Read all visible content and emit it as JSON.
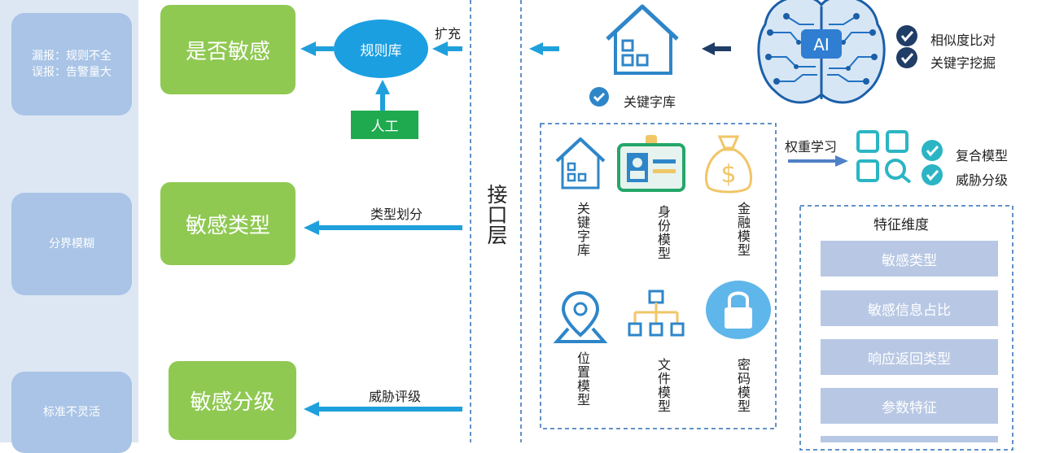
{
  "left_issues": [
    {
      "lines": [
        "漏报：规则不全",
        "误报：告警量大"
      ]
    },
    {
      "lines": [
        "分界模糊"
      ]
    },
    {
      "lines": [
        "标准不灵活"
      ]
    }
  ],
  "green_boxes": {
    "sensitive": "是否敏感",
    "type": "敏感类型",
    "level": "敏感分级"
  },
  "rule_lib": "规则库",
  "manual": "人工",
  "expand": "扩充",
  "type_split": "类型划分",
  "threat_rate": "威胁评级",
  "interface_layer": "接口层",
  "keyword_lib": "关键字库",
  "ai_badge": "AI",
  "ai_checks": [
    "相似度比对",
    "关键字挖掘"
  ],
  "models": [
    {
      "label": "关键字库",
      "icon": "house-icon"
    },
    {
      "label": "身份模型",
      "icon": "id-card-icon"
    },
    {
      "label": "金融模型",
      "icon": "money-bag-icon"
    },
    {
      "label": "位置模型",
      "icon": "location-pin-icon"
    },
    {
      "label": "文件模型",
      "icon": "org-tree-icon"
    },
    {
      "label": "密码模型",
      "icon": "lock-icon"
    }
  ],
  "weight_learning": "权重学习",
  "learning_results": [
    "复合模型",
    "威胁分级"
  ],
  "features": {
    "title": "特征维度",
    "items": [
      "敏感类型",
      "敏感信息占比",
      "响应返回类型",
      "参数特征"
    ]
  },
  "colors": {
    "green": "#8fc952",
    "blue_arrow": "#1fa0dc",
    "navy": "#1f3d66",
    "icon_blue": "#2e86c9",
    "gold": "#f0c667",
    "check_teal": "#2bb5c4"
  }
}
